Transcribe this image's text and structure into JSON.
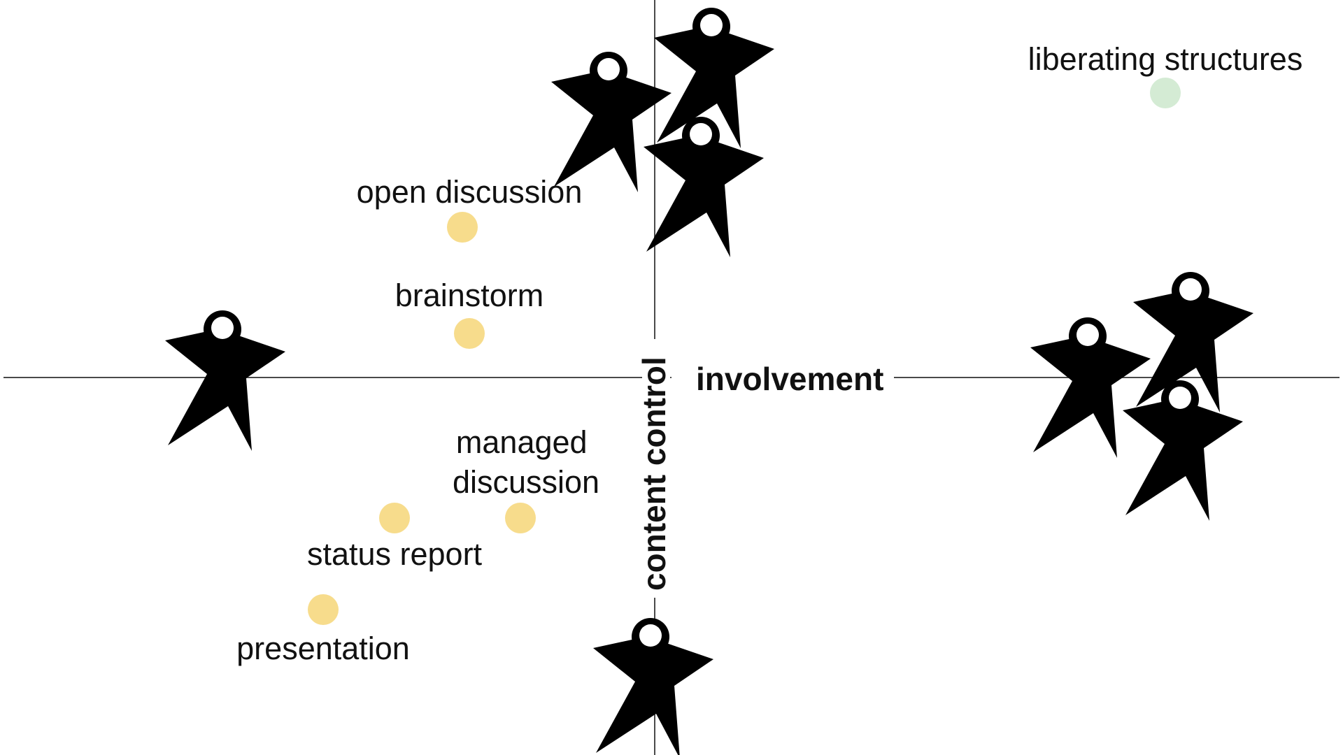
{
  "axes": {
    "horizontal_label": "involvement",
    "vertical_label": "content control",
    "line_color": "#4a4a4a"
  },
  "methods": [
    {
      "label": "open discussion",
      "group": "conventional"
    },
    {
      "label": "brainstorm",
      "group": "conventional"
    },
    {
      "label": "managed discussion",
      "group": "conventional"
    },
    {
      "label": "status report",
      "group": "conventional"
    },
    {
      "label": "presentation",
      "group": "conventional"
    },
    {
      "label": "liberating structures",
      "group": "liberating"
    }
  ],
  "colors": {
    "conventional_dot": "#f7dc8c",
    "liberating_dot": "#d4ebd4",
    "figure": "#000000"
  },
  "icons": {
    "figure": "person-figure-icon"
  },
  "figure_groups": [
    {
      "name": "top-crowd-icon",
      "count": 3
    },
    {
      "name": "left-single-icon",
      "count": 1
    },
    {
      "name": "right-crowd-icon",
      "count": 3
    },
    {
      "name": "bottom-single-icon",
      "count": 1
    }
  ]
}
